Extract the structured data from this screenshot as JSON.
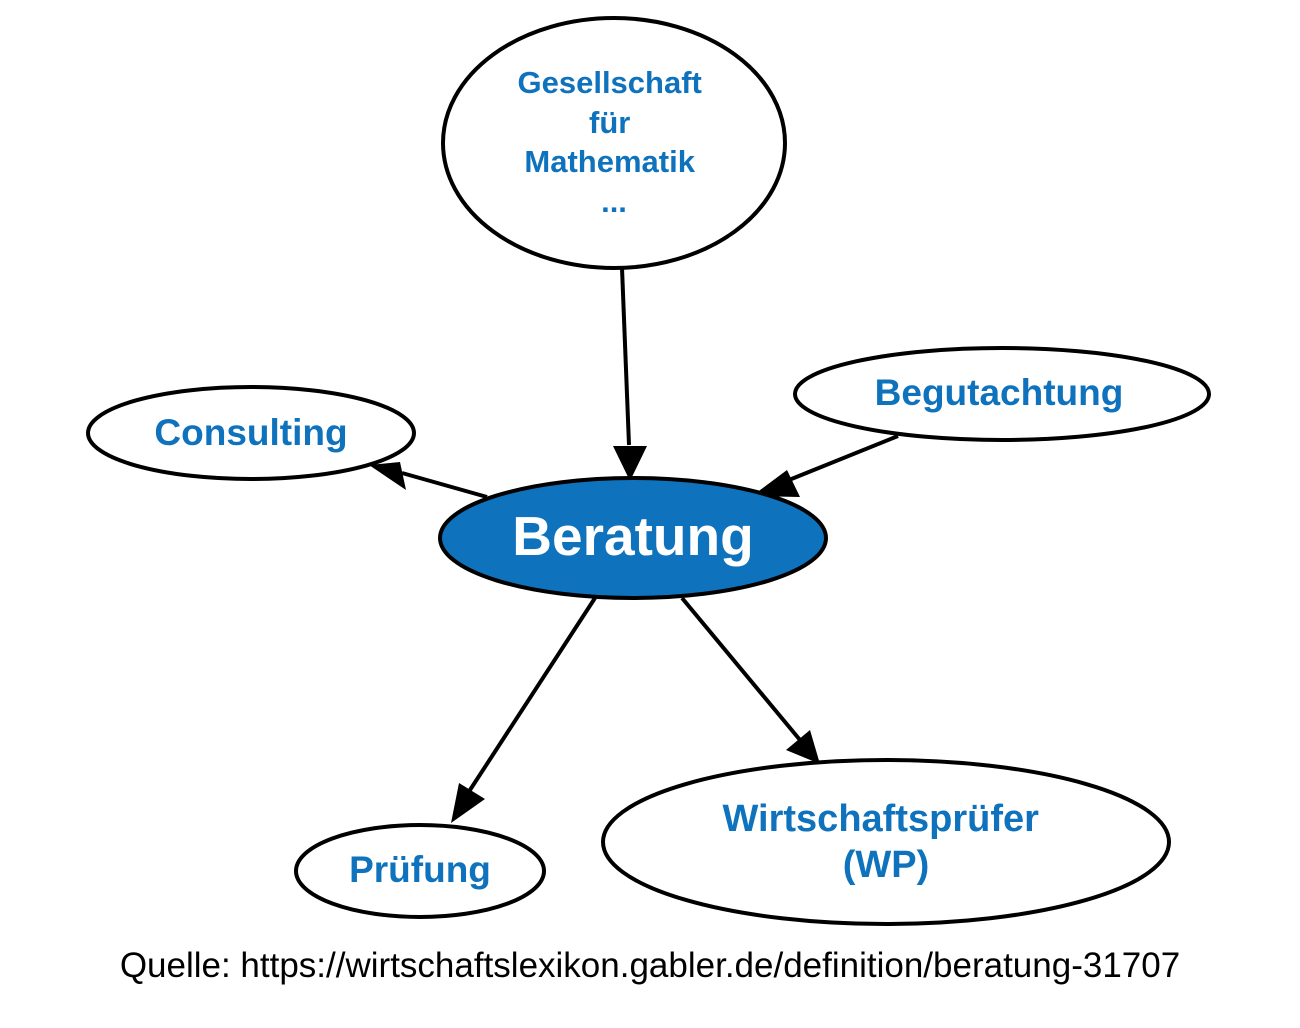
{
  "diagram": {
    "center": {
      "label": "Beratung"
    },
    "nodes": {
      "gesellschaft": {
        "lines": [
          "Gesellschaft",
          "für",
          "Mathematik",
          "..."
        ]
      },
      "begutachtung": {
        "label": "Begutachtung"
      },
      "consulting": {
        "label": "Consulting"
      },
      "pruefung": {
        "label": "Prüfung"
      },
      "wp": {
        "lines": [
          "Wirtschaftsprüfer",
          "(WP)"
        ]
      }
    },
    "colors": {
      "accent": "#0e72bc",
      "edge": "#000000",
      "background": "#ffffff"
    }
  },
  "source": "Quelle: https://wirtschaftslexikon.gabler.de/definition/beratung-31707"
}
